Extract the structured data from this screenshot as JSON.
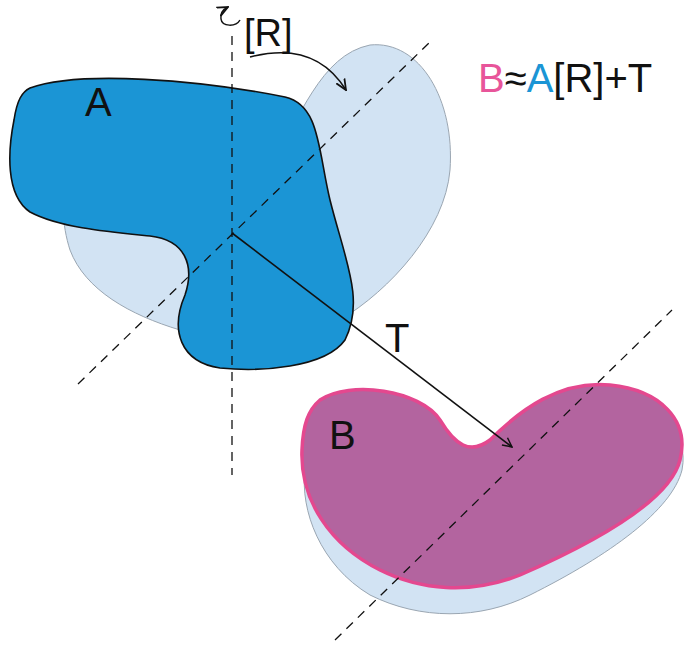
{
  "diagram": {
    "nodes": [
      {
        "text": [
          "A"
        ]
      },
      {
        "text": [
          "B"
        ]
      }
    ],
    "edges": [
      {
        "from": 0,
        "to": 1,
        "arrow": "to",
        "label": "T"
      }
    ],
    "labels": [
      "[R]",
      "B",
      "≈",
      "A",
      "[R]+T"
    ]
  }
}
